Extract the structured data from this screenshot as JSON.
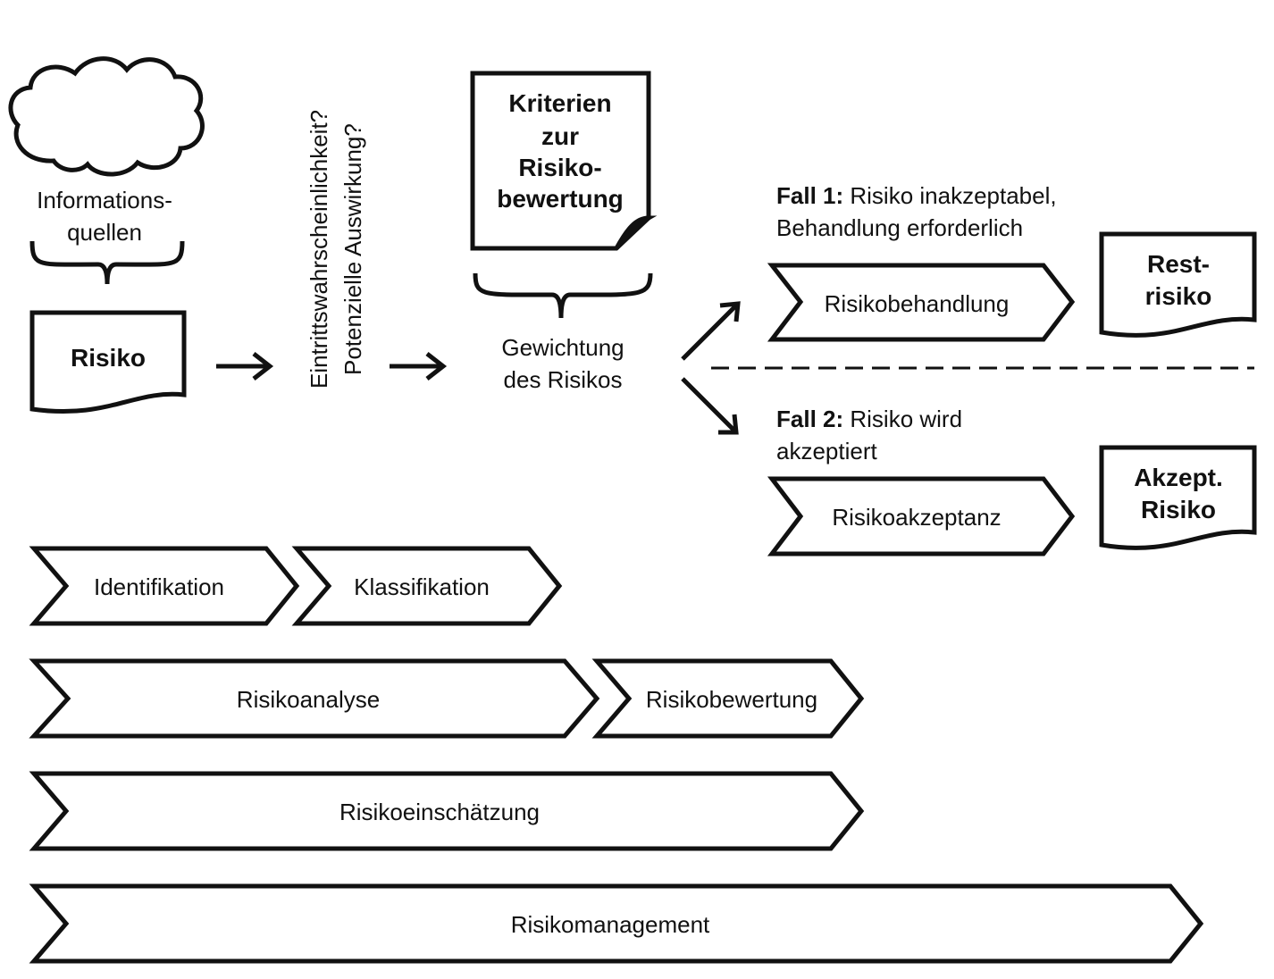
{
  "sources": {
    "line1": "Informations-",
    "line2": "quellen"
  },
  "risk_doc": "Risiko",
  "questions": {
    "line1": "Eintrittswahrscheinlichkeit?",
    "line2": "Potenzielle Auswirkung?"
  },
  "criteria_doc": {
    "line1": "Kriterien",
    "line2": "zur",
    "line3": "Risiko-",
    "line4": "bewertung"
  },
  "weighting": {
    "line1": "Gewichtung",
    "line2": "des Risikos"
  },
  "case1": {
    "label_bold": "Fall 1:",
    "label_rest": " Risiko inakzeptabel,",
    "line2": "Behandlung erforderlich",
    "step": "Risikobehandlung",
    "doc_line1": "Rest-",
    "doc_line2": "risiko"
  },
  "case2": {
    "label_bold": "Fall 2:",
    "label_rest": " Risiko wird",
    "line2": "akzeptiert",
    "step": "Risikoakzeptanz",
    "doc_line1": "Akzept.",
    "doc_line2": "Risiko"
  },
  "phases": {
    "identification": "Identifikation",
    "classification": "Klassifikation",
    "analysis": "Risikoanalyse",
    "evaluation": "Risikobewertung",
    "assessment": "Risikoeinschätzung",
    "management": "Risikomanagement"
  }
}
